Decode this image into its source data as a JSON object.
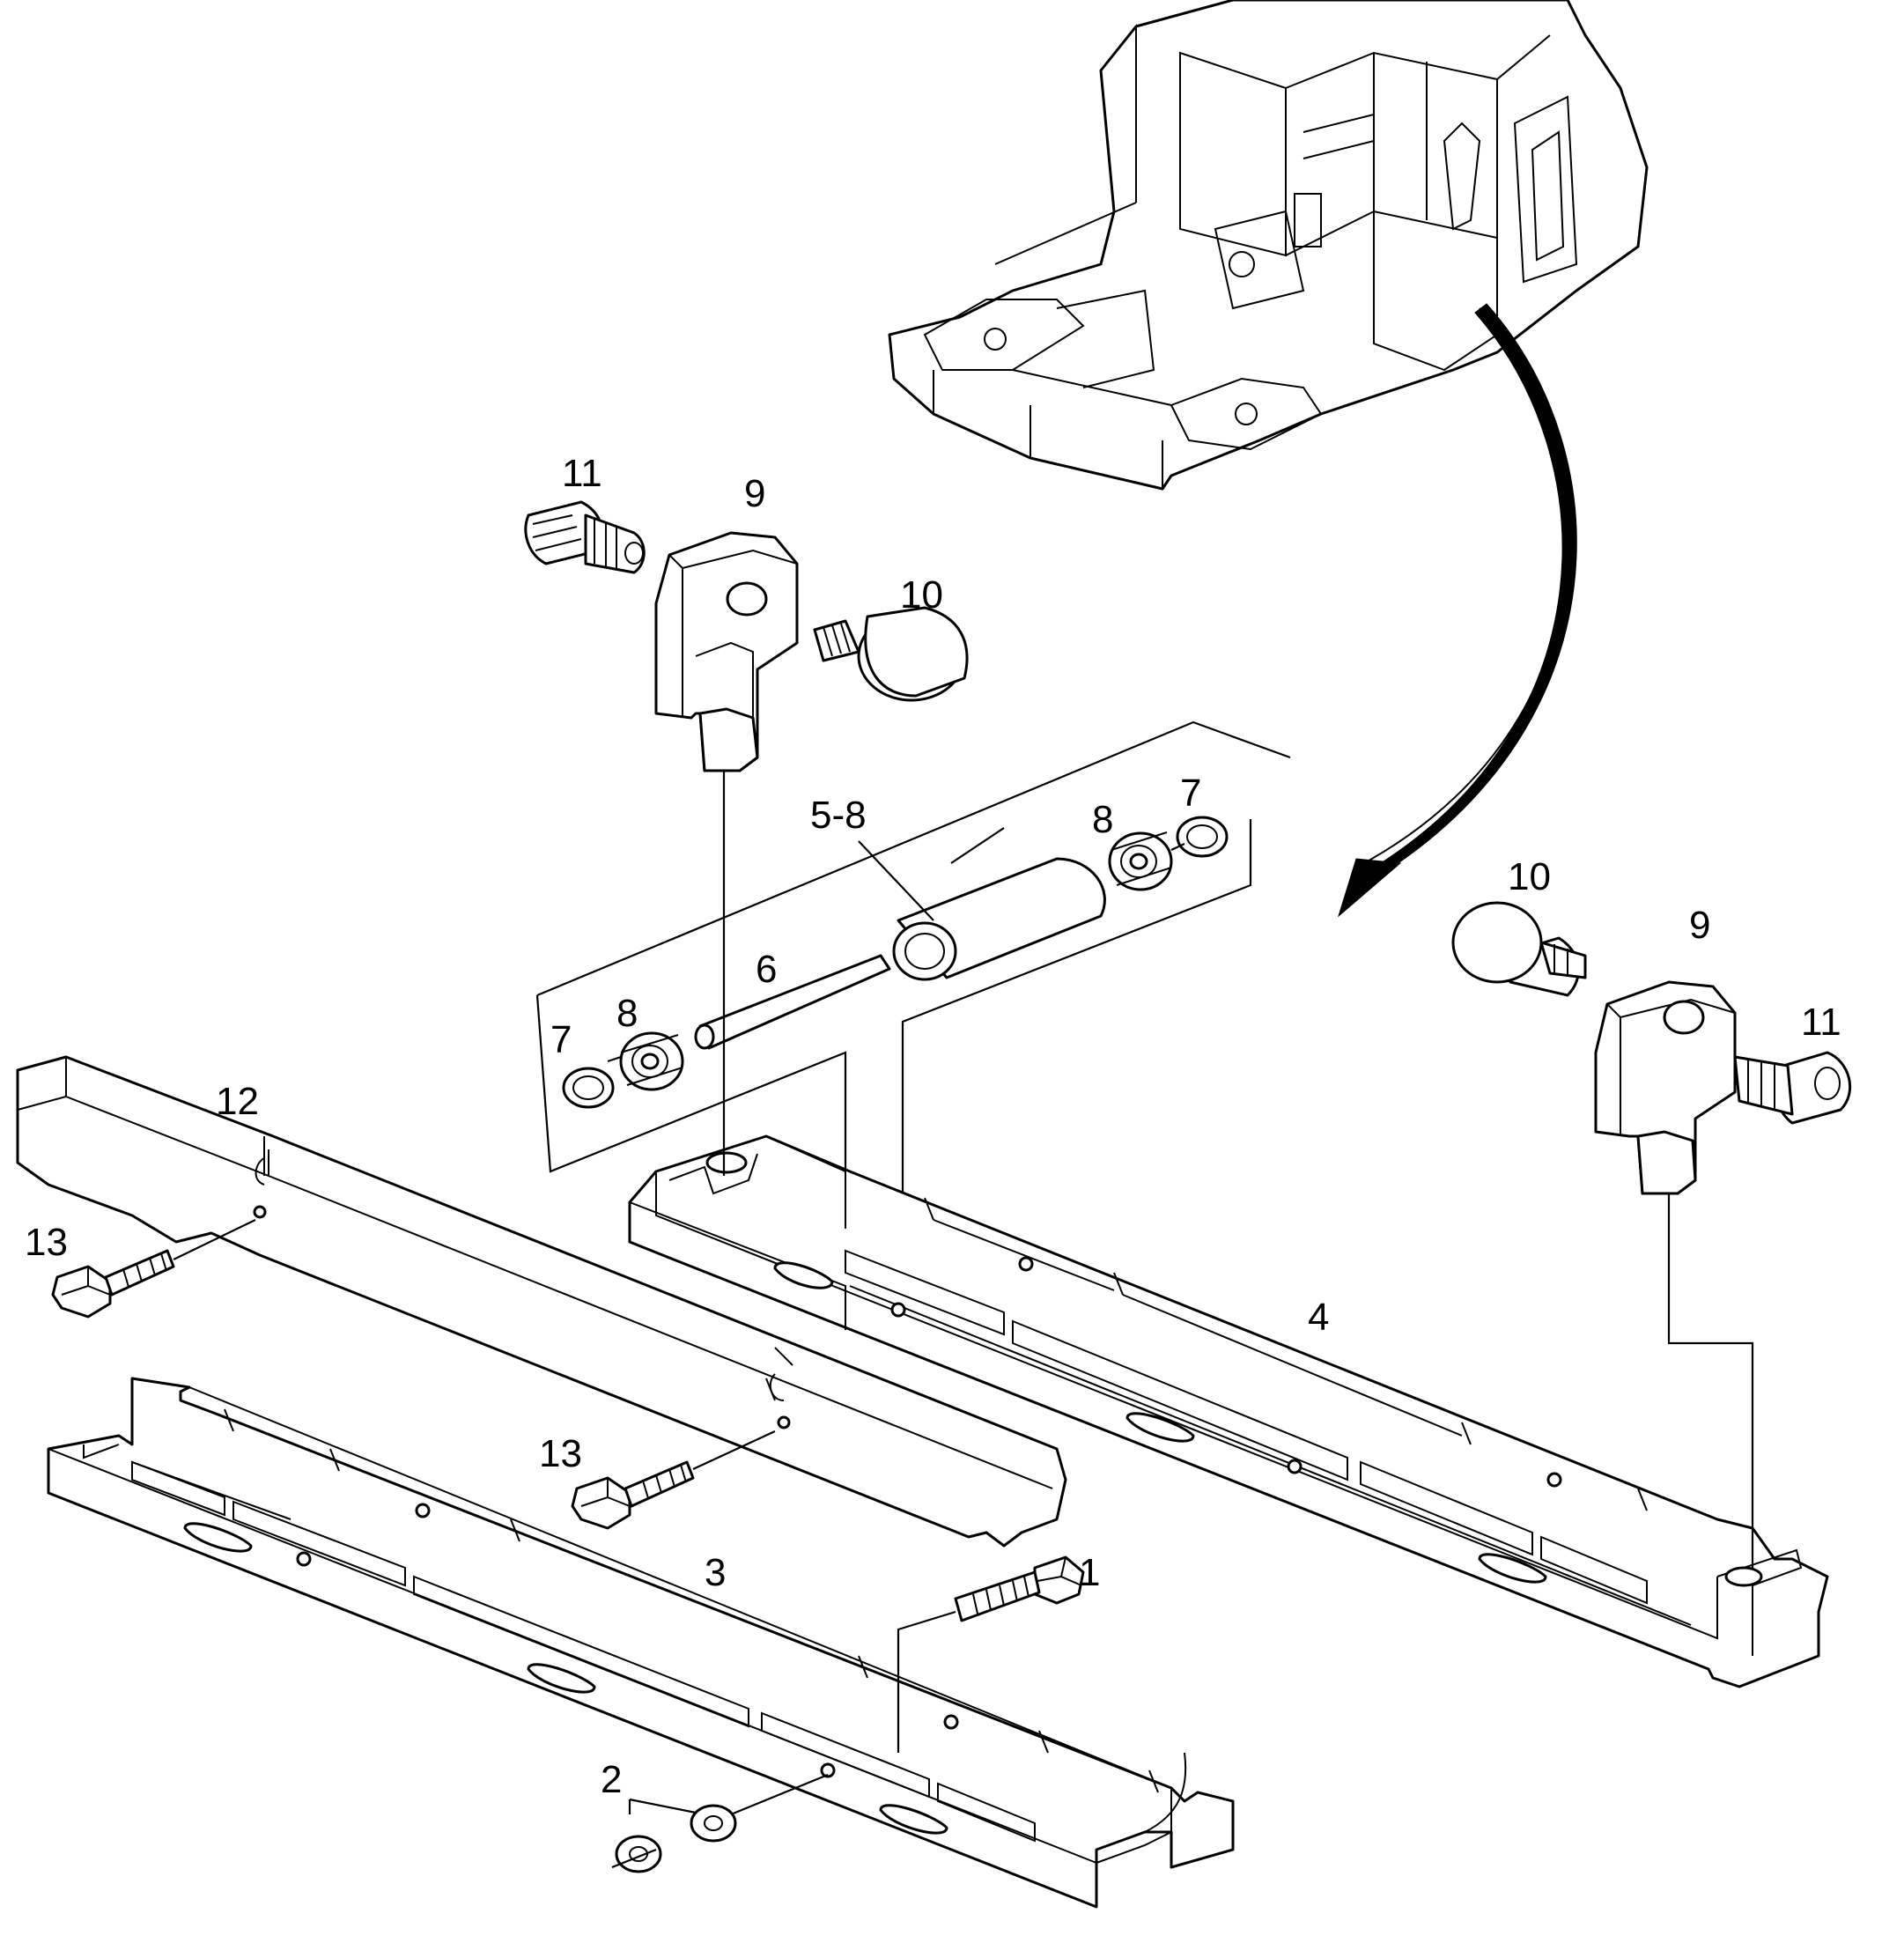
{
  "callouts": {
    "c1": "1",
    "c2": "2",
    "c3": "3",
    "c4": "4",
    "c5_8": "5-8",
    "c6": "6",
    "c7a": "7",
    "c7b": "7",
    "c8a": "8",
    "c8b": "8",
    "c9a": "9",
    "c9b": "9",
    "c10a": "10",
    "c10b": "10",
    "c11a": "11",
    "c11b": "11",
    "c12": "12",
    "c13a": "13",
    "c13b": "13"
  }
}
